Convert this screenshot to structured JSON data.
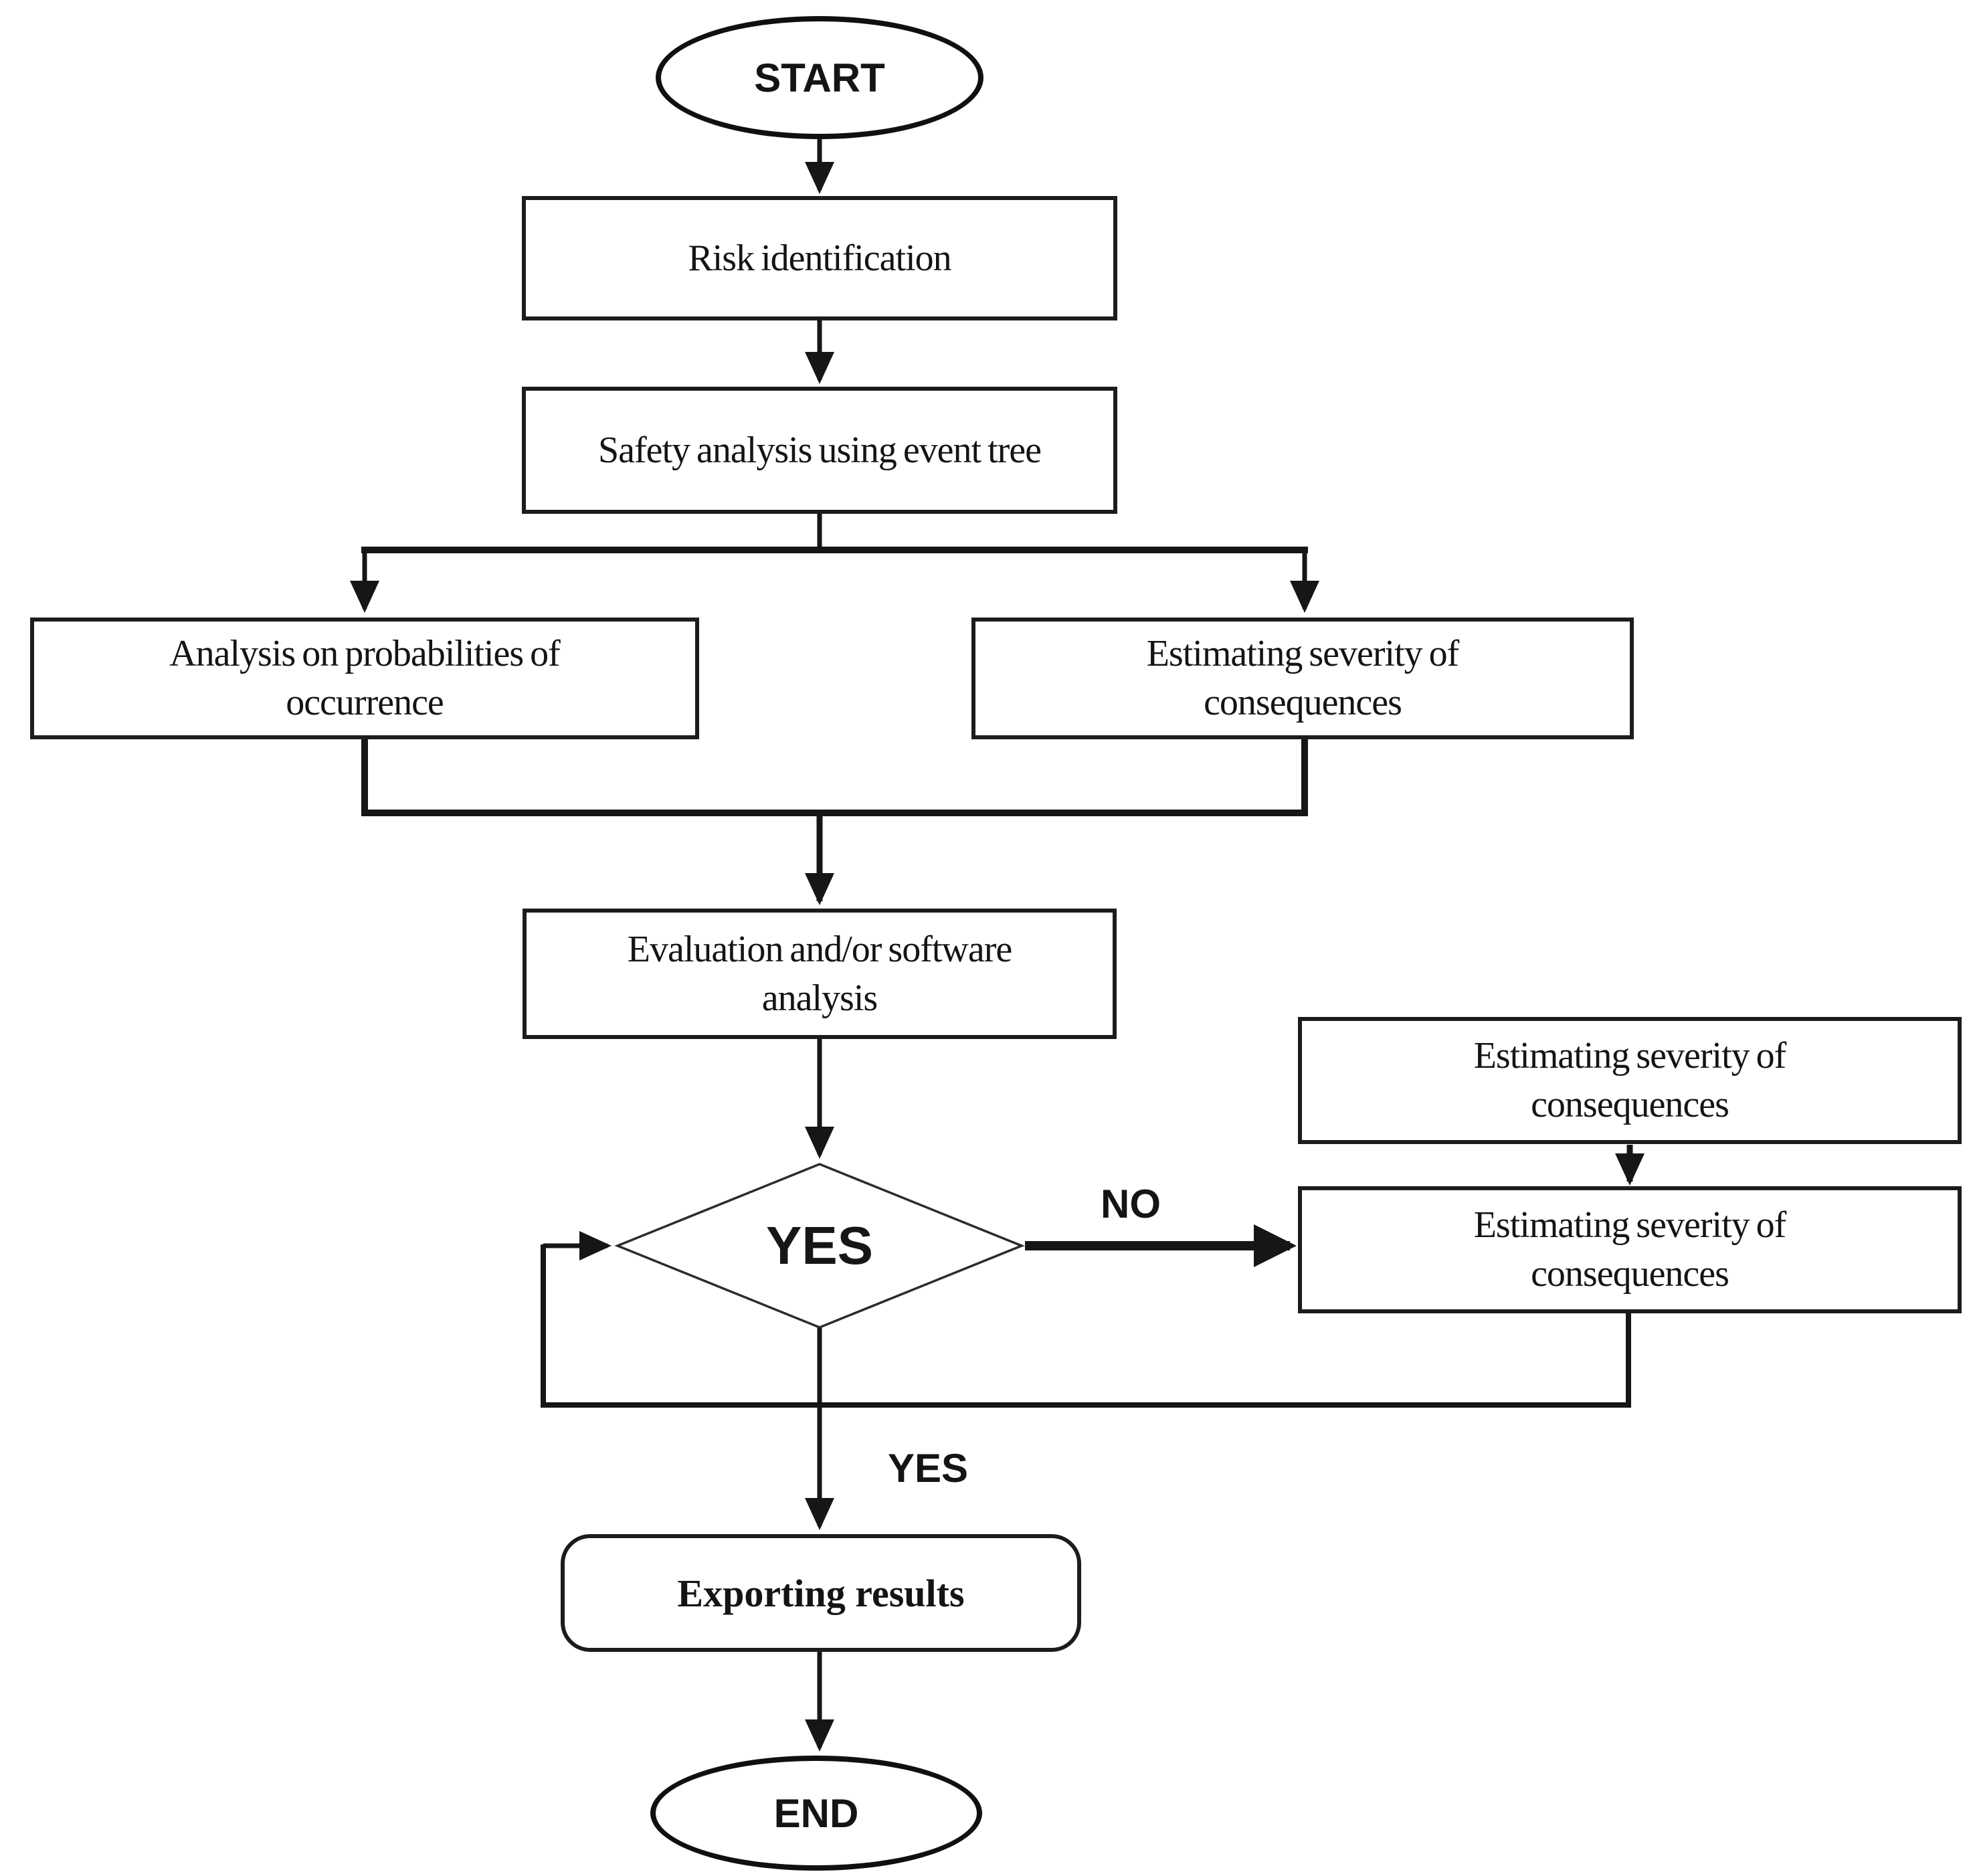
{
  "diagram": {
    "background": "#ffffff",
    "stroke_color": "#161616",
    "nodes": {
      "start": {
        "label": "START",
        "shape": "terminal"
      },
      "risk_identification": {
        "label": "Risk identification",
        "shape": "process"
      },
      "safety_analysis": {
        "label": "Safety analysis using event tree",
        "shape": "process"
      },
      "probability_analysis": {
        "label": "Analysis on probabilities of occurrence",
        "shape": "process"
      },
      "severity_estimation": {
        "label": "Estimating severity of consequences",
        "shape": "process"
      },
      "evaluation": {
        "label": "Evaluation and/or software analysis",
        "shape": "process"
      },
      "decision": {
        "label": "YES",
        "shape": "decision"
      },
      "severity_estimation_upper": {
        "label": "Estimating severity of consequences",
        "shape": "process"
      },
      "severity_estimation_lower": {
        "label": "Estimating severity of consequences",
        "shape": "process"
      },
      "exporting_results": {
        "label": "Exporting results",
        "shape": "rounded"
      },
      "end": {
        "label": "END",
        "shape": "terminal"
      }
    },
    "edge_labels": {
      "no": "NO",
      "yes": "YES"
    }
  }
}
